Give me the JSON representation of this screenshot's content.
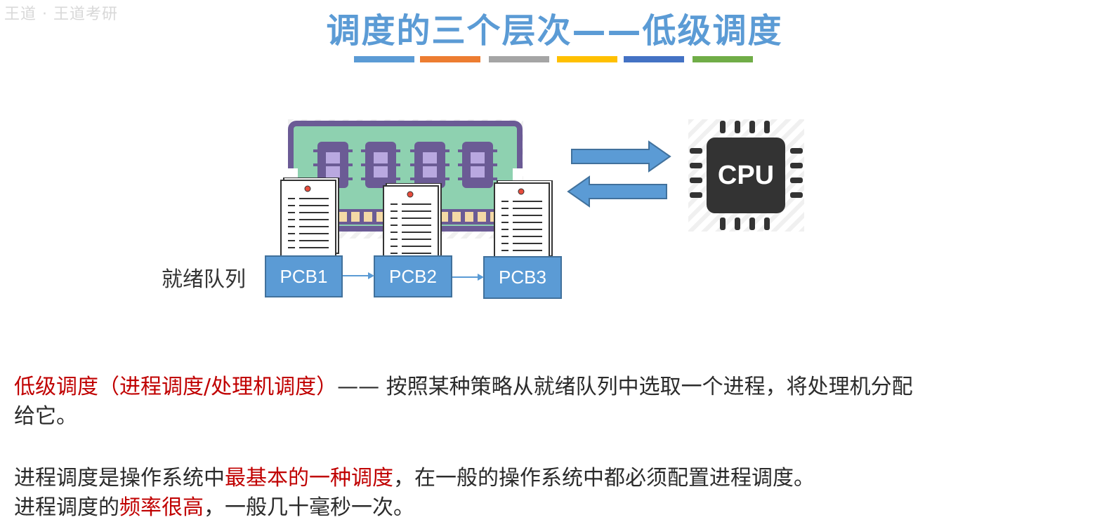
{
  "watermark": "王道 · 王道考研",
  "header": {
    "title": "调度的三个层次——低级调度",
    "stripe_colors": [
      "#5b9bd5",
      "#ed7d31",
      "#a5a5a5",
      "#ffc000",
      "#4472c4",
      "#70ad47"
    ]
  },
  "diagram": {
    "ready_queue_label": "就绪队列",
    "pcbs": [
      "PCB1",
      "PCB2",
      "PCB3"
    ],
    "cpu_label": "CPU"
  },
  "body": {
    "line1": {
      "term": "低级调度（进程调度/处理机调度）",
      "rest": "—— 按照某种策略从就绪队列中选取一个进程，将处理机分配"
    },
    "line2": "给它。",
    "line3": {
      "before": "进程调度是操作系统中",
      "highlight": "最基本的一种调度",
      "after": "，在一般的操作系统中都必须配置进程调度。"
    },
    "line4": {
      "before": "进程调度的",
      "highlight": "频率很高",
      "after": "，一般几十毫秒一次。"
    }
  },
  "colors": {
    "title": "#5b9bd5",
    "highlight": "#c00000",
    "pcb": "#5b9bd5",
    "arrow": "#5b9bd5",
    "ram": "#8ed1b0",
    "ram_frame": "#6b5b95",
    "cpu": "#333333"
  }
}
